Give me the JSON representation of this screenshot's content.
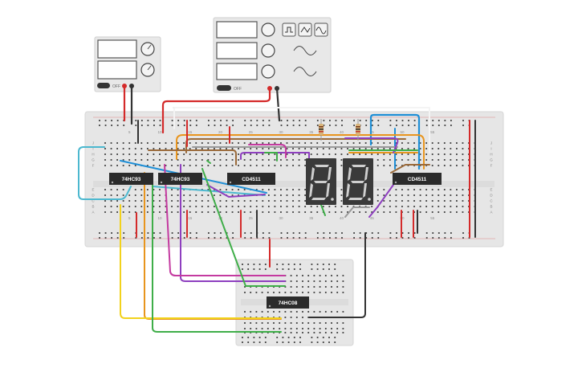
{
  "canvas": {
    "background": "#ffffff",
    "breadboard_color": "#e6e6e6",
    "hole_color": "#3a3a3a",
    "rail_red": "#d42a2a",
    "rail_black": "#333333"
  },
  "power_supply": {
    "off_label": "OFF"
  },
  "function_generator": {
    "off_label": "OFF",
    "wave_buttons": [
      "square-wave-icon",
      "triangle-wave-icon",
      "sine-wave-icon"
    ]
  },
  "main_breadboard": {
    "column_numbers": [
      "5",
      "10",
      "15",
      "20",
      "25",
      "30",
      "35",
      "40",
      "45",
      "50",
      "55"
    ],
    "row_letters_top": [
      "J",
      "I",
      "H",
      "G",
      "F"
    ],
    "row_letters_bottom": [
      "E",
      "D",
      "C",
      "B",
      "A"
    ]
  },
  "chips": [
    {
      "id": "chip-74hc93-a",
      "label": "74HC93"
    },
    {
      "id": "chip-74hc93-b",
      "label": "74HC93"
    },
    {
      "id": "chip-cd4511-a",
      "label": "CD4511"
    },
    {
      "id": "chip-cd4511-b",
      "label": "CD4511"
    },
    {
      "id": "chip-74hc08",
      "label": "74HC08"
    }
  ],
  "displays": [
    {
      "id": "seven-seg-tens",
      "digit": "8"
    },
    {
      "id": "seven-seg-ones",
      "digit": "8"
    }
  ],
  "wire_colors": {
    "red": "#d42a2a",
    "black": "#333333",
    "blue": "#1f8fd6",
    "cyan": "#4cb8cf",
    "orange": "#e8951e",
    "yellow": "#f2d21c",
    "green": "#3fae49",
    "purple": "#8e3fbf",
    "magenta": "#c43aa0",
    "brown": "#9a6a3a",
    "grey": "#9a9a9a",
    "white": "#f4f4f4"
  }
}
